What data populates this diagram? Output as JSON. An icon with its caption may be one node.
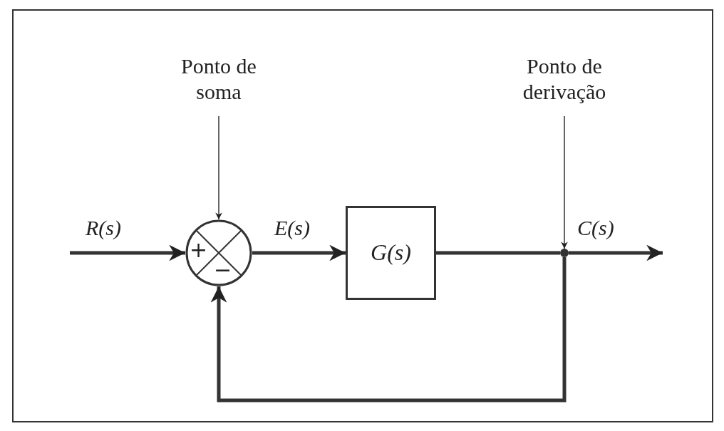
{
  "diagram": {
    "nodes": [
      {
        "text": [
          "Ponto de soma"
        ]
      },
      {
        "text": [
          "Ponto de derivação"
        ]
      },
      {
        "text": [
          "+",
          "−"
        ]
      },
      {
        "text": [
          "G(s)"
        ]
      },
      {
        "text": [],
        "shape": "circle"
      }
    ],
    "edges": [
      {
        "from": null,
        "to": 2,
        "arrow": "to",
        "label": "R(s)"
      },
      {
        "from": 2,
        "to": 3,
        "arrow": "to",
        "label": "E(s)"
      },
      {
        "from": 3,
        "to": 4,
        "arrow": "none"
      },
      {
        "from": 4,
        "to": null,
        "arrow": "to",
        "label": "C(s)"
      },
      {
        "from": 4,
        "to": 2,
        "arrow": "to"
      },
      {
        "from": 0,
        "to": 2,
        "arrow": "to"
      },
      {
        "from": 1,
        "to": 4,
        "arrow": "to"
      }
    ]
  }
}
